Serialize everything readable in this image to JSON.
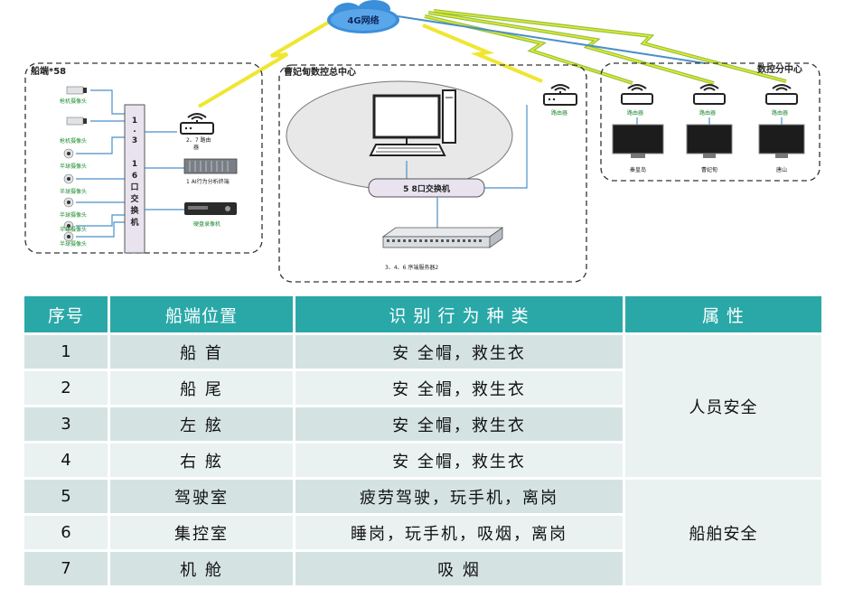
{
  "network": {
    "cloud_label": "4G网络",
    "ship": {
      "title": "船端*58",
      "cameras": [
        "枪机摄像头",
        "枪机摄像头",
        "半球摄像头",
        "半球摄像头",
        "半球摄像头",
        "半球摄像头",
        "半球摄像头"
      ],
      "switch_label_top": "1\n.\n3",
      "switch_label_bottom": "1\n6\n口\n交\n换\n机",
      "router_label": "2、7 路由\n器",
      "ai_terminal_label": "1  AI行为分析终端",
      "nvr_label": "硬盘录像机"
    },
    "center": {
      "title": "曹妃甸数控总中心",
      "switch_label": "5 8口交换机",
      "router_label": "路由器",
      "server_label": "3、4、6  序端服务器2"
    },
    "branch": {
      "title": "数控分中心",
      "routers": [
        "路由器",
        "路由器",
        "路由器"
      ],
      "sites": [
        "秦皇岛",
        "曹妃甸",
        "唐山"
      ]
    }
  },
  "table": {
    "headers": [
      "序号",
      "船端位置",
      "识 别 行 为 种 类",
      "属  性"
    ],
    "rows": [
      {
        "no": "1",
        "location": "船  首",
        "behaviors": "安 全帽，救生衣"
      },
      {
        "no": "2",
        "location": "船  尾",
        "behaviors": "安 全帽，救生衣"
      },
      {
        "no": "3",
        "location": "左  舷",
        "behaviors": "安 全帽，救生衣"
      },
      {
        "no": "4",
        "location": "右  舷",
        "behaviors": "安 全帽，救生衣"
      },
      {
        "no": "5",
        "location": "驾驶室",
        "behaviors": "疲劳驾驶，玩手机，离岗"
      },
      {
        "no": "6",
        "location": "集控室",
        "behaviors": "睡岗，玩手机，吸烟，离岗"
      },
      {
        "no": "7",
        "location": "机  舱",
        "behaviors": "吸  烟"
      }
    ],
    "attributes": [
      {
        "label": "人员安全",
        "rows": [
          1,
          2,
          3,
          4
        ]
      },
      {
        "label": "船舶安全",
        "rows": [
          5,
          6,
          7
        ]
      }
    ]
  },
  "colors": {
    "header_bg": "#2aa8a8",
    "row_dark": "#d4e3e2",
    "row_light": "#e9f1f1",
    "wireless_yellow": "#f0e631",
    "wireless_green": "#8ec63f",
    "link_blue": "#4a8fc8"
  }
}
